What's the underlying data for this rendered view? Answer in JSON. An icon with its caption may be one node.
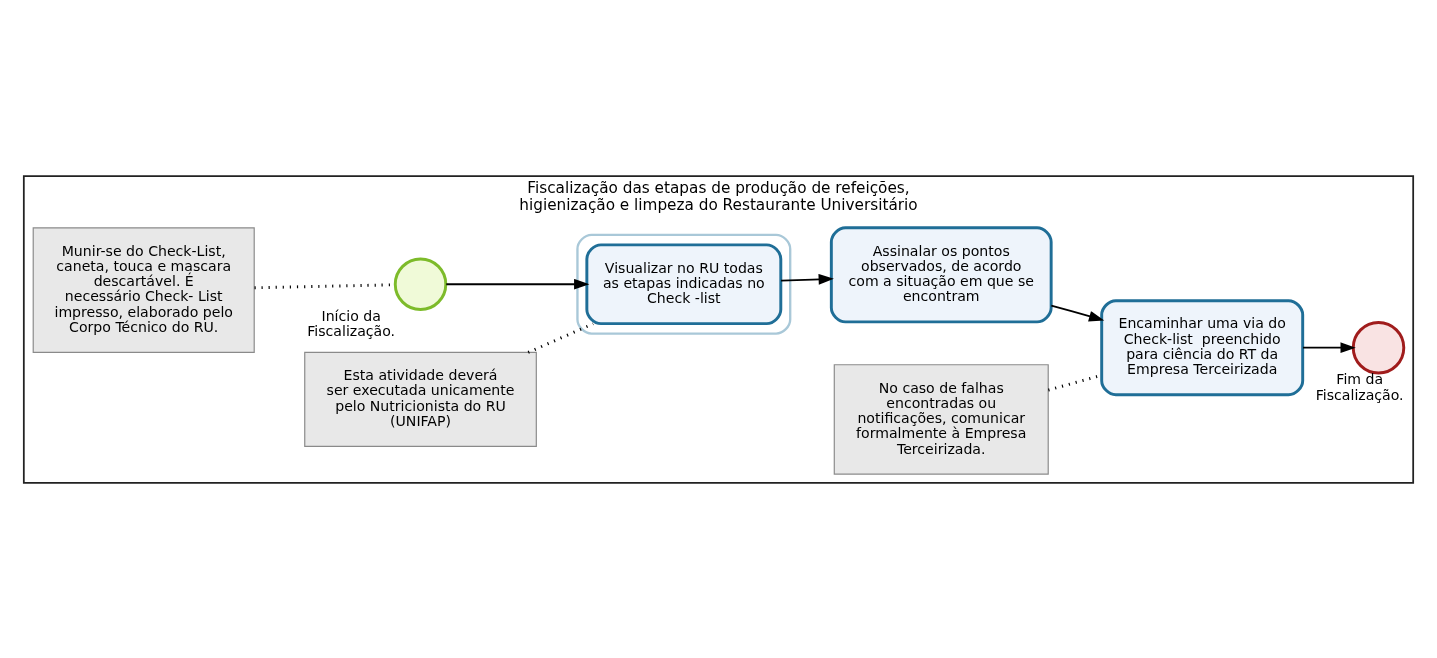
{
  "diagram": {
    "nodes": [
      {
        "text": [
          "Fiscalização das etapas de produção de refeições,  higienização e limpeza do Restaurante Universitário"
        ]
      },
      {
        "text": [
          "Munir-se do Check-List, caneta, touca e mascara descartável. É necessário Check- List impresso, elaborado pelo Corpo Técnico do RU."
        ],
        "in": 0
      },
      {
        "text": [
          "Esta atividade deverá ser executada unicamente pelo Nutricionista do RU (UNIFAP)"
        ],
        "in": 0
      },
      {
        "text": [
          "No caso de falhas encontradas ou notificações, comunicar formalmente à Empresa Terceirizada."
        ],
        "in": 0
      },
      {
        "text": [],
        "shape": "circle",
        "beside": [
          "Início da Fiscalização."
        ],
        "in": 0
      },
      {
        "text": [],
        "shape": "box",
        "in": 0
      },
      {
        "text": [
          "Visualizar no RU todas as etapas indicadas no Check -list"
        ],
        "in": 5
      },
      {
        "text": [
          "Assinalar os pontos observados, de acordo com a situação em que se encontram"
        ],
        "in": 0
      },
      {
        "text": [
          "Encaminhar uma via do Check-list  preenchido para ciência do RT da Empresa Terceirizada"
        ],
        "in": 0
      },
      {
        "text": [],
        "shape": "circle",
        "beside": [
          "Fim da Fiscalização."
        ],
        "in": 0
      }
    ],
    "edges": [
      {
        "from": 1,
        "to": 4,
        "arrow": "none",
        "style": "dashed"
      },
      {
        "from": 2,
        "to": 6,
        "arrow": "none",
        "style": "dashed"
      },
      {
        "from": 3,
        "to": 8,
        "arrow": "none",
        "style": "dashed"
      },
      {
        "from": 4,
        "to": 6,
        "arrow": "to"
      },
      {
        "from": 6,
        "to": 7,
        "arrow": "to"
      },
      {
        "from": 7,
        "to": 8,
        "arrow": "to"
      },
      {
        "from": 8,
        "to": 9,
        "arrow": "to"
      }
    ]
  }
}
